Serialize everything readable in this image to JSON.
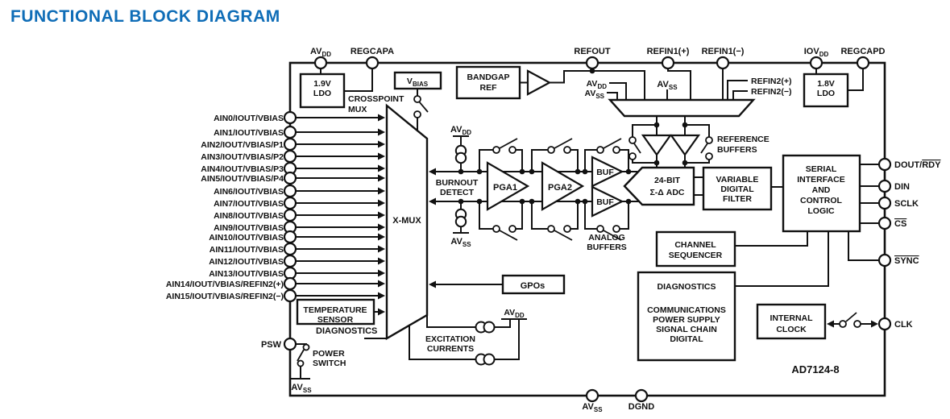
{
  "title": "FUNCTIONAL BLOCK DIAGRAM",
  "part_number": "AD7124-8",
  "colors": {
    "title_blue": "#0f6db7",
    "diagram_line": "#111111"
  },
  "pins": {
    "avdd": {
      "main": "AV",
      "sub": "DD"
    },
    "avss": {
      "main": "AV",
      "sub": "SS"
    },
    "iovdd": {
      "main": "IOV",
      "sub": "DD"
    },
    "regcapa": "REGCAPA",
    "regcapd": "REGCAPD",
    "refout": "REFOUT",
    "refin1_plus": "REFIN1(+)",
    "refin1_minus": "REFIN1(−)",
    "dout_rdy": {
      "main": "DOUT/",
      "overline": "RDY"
    },
    "din": "DIN",
    "sclk": "SCLK",
    "cs": "CS",
    "sync": "SYNC",
    "clk": "CLK",
    "psw": "PSW",
    "dgnd": "DGND",
    "ains": [
      "AIN0/IOUT/VBIAS",
      "AIN1/IOUT/VBIAS",
      "AIN2/IOUT/VBIAS/P1",
      "AIN3/IOUT/VBIAS/P2",
      "AIN4/IOUT/VBIAS/P3",
      "AIN5/IOUT/VBIAS/P4",
      "AIN6/IOUT/VBIAS",
      "AIN7/IOUT/VBIAS",
      "AIN8/IOUT/VBIAS",
      "AIN9/IOUT/VBIAS",
      "AIN10/IOUT/VBIAS",
      "AIN11/IOUT/VBIAS",
      "AIN12/IOUT/VBIAS",
      "AIN13/IOUT/VBIAS",
      "AIN14/IOUT/VBIAS/REFIN2(+)",
      "AIN15/IOUT/VBIAS/REFIN2(−)"
    ]
  },
  "blocks": {
    "ldo_analog": {
      "l1": "1.9V",
      "l2": "LDO"
    },
    "ldo_digital": {
      "l1": "1.8V",
      "l2": "LDO"
    },
    "vbias": {
      "main": "V",
      "sub": "BIAS"
    },
    "bandgap": {
      "l1": "BANDGAP",
      "l2": "REF"
    },
    "crosspoint_mux": {
      "l1": "CROSSPOINT",
      "l2": "MUX"
    },
    "xmux": "X-MUX",
    "burnout": {
      "l1": "BURNOUT",
      "l2": "DETECT"
    },
    "pga1": "PGA1",
    "pga2": "PGA2",
    "buf": "BUF",
    "adc": {
      "l1": "24-BIT",
      "l2": "Σ-Δ ADC"
    },
    "filter": {
      "l1": "VARIABLE",
      "l2": "DIGITAL",
      "l3": "FILTER"
    },
    "serial": {
      "l1": "SERIAL",
      "l2": "INTERFACE",
      "l3": "AND",
      "l4": "CONTROL",
      "l5": "LOGIC"
    },
    "sequencer": {
      "l1": "CHANNEL",
      "l2": "SEQUENCER"
    },
    "diagnostics": {
      "l1": "DIAGNOSTICS",
      "l2": "COMMUNICATIONS",
      "l3": "POWER SUPPLY",
      "l4": "SIGNAL CHAIN",
      "l5": "DIGITAL"
    },
    "internal_clock": {
      "l1": "INTERNAL",
      "l2": "CLOCK"
    },
    "gpos": "GPOs",
    "temp_sensor": {
      "l1": "TEMPERATURE",
      "l2": "SENSOR"
    },
    "diagnostics_label": "DIAGNOSTICS",
    "power_switch": {
      "l1": "POWER",
      "l2": "SWITCH"
    },
    "excitation": {
      "l1": "EXCITATION",
      "l2": "CURRENTS"
    },
    "reference_buffers": {
      "l1": "REFERENCE",
      "l2": "BUFFERS"
    },
    "analog_buffers": {
      "l1": "ANALOG",
      "l2": "BUFFERS"
    },
    "refin2_plus": "REFIN2(+)",
    "refin2_minus": "REFIN2(−)"
  }
}
